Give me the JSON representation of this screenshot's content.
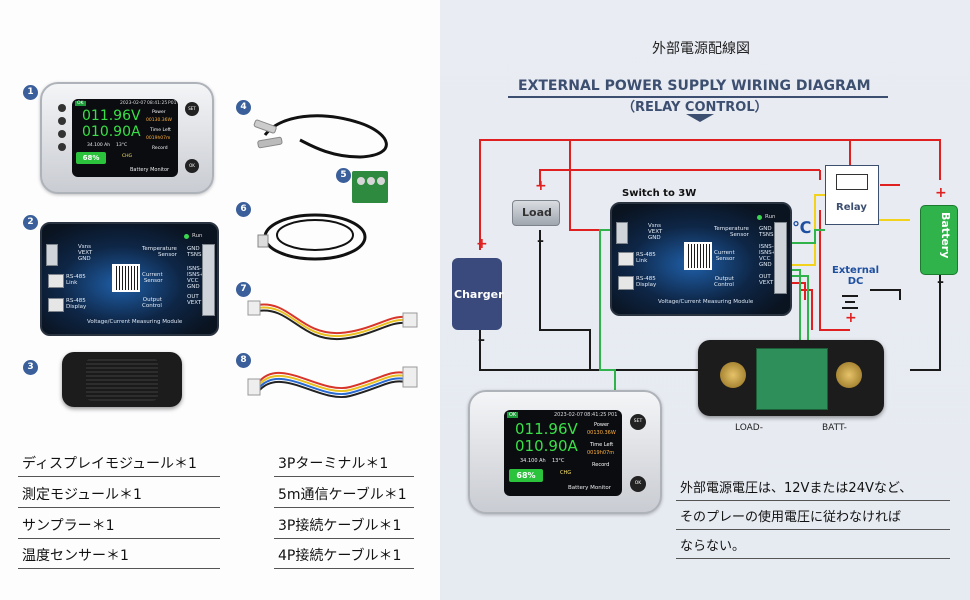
{
  "left_panel": {
    "item_numbers": [
      "1",
      "2",
      "3",
      "4",
      "5",
      "6",
      "7",
      "8"
    ],
    "display": {
      "date": "2023-02-07",
      "time": "08:41:25",
      "id": "P01",
      "voltage": "011.96V",
      "current": "010.90A",
      "power_label": "Power",
      "power_value": "00130.36W",
      "time_left_label": "Time Left",
      "time_left_value": "0019h07m",
      "capacity": "34.100 Ah",
      "temperature": "13°C",
      "record_label": "Record",
      "battery_percent": "68%",
      "chg_label": "CHG",
      "title": "Battery Monitor",
      "set_label": "SET",
      "ok_label": "OK"
    },
    "module": {
      "run_label": "Run",
      "vsns": "Vsns",
      "vext": "VEXT",
      "gnd": "GND",
      "rs485_link": "RS-485\nLink",
      "rs485_display": "RS-485\nDisplay",
      "temp_sensor": "Temperature\nSensor",
      "current_sensor": "Current\nSensor",
      "output_control": "Output\nControl",
      "pins_temp": [
        "GND",
        "TSNS"
      ],
      "pins_current": [
        "ISNS-",
        "ISNS+",
        "VCC",
        "GND"
      ],
      "pins_output": [
        "OUT",
        "VEXT"
      ],
      "title": "Voltage/Current Measuring Module"
    },
    "contents": [
      "ディスプレイモジュール＊1",
      "測定モジュール＊1",
      "サンプラー＊1",
      "温度センサー＊1",
      "3Pターミナル＊1",
      "5m通信ケーブル＊1",
      "3P接続ケーブル＊1",
      "4P接続ケーブル＊1"
    ]
  },
  "right_panel": {
    "heading_jp": "外部電源配線図",
    "heading_en": "EXTERNAL POWER SUPPLY WIRING DIAGRAM",
    "heading_sub": "（RELAY CONTROL）",
    "load": "Load",
    "charger": "Charger",
    "battery": "Battery",
    "relay": "Relay",
    "switch_note": "Switch to 3W",
    "celsius": "℃",
    "external_dc": "External\nDC",
    "load_minus": "LOAD-",
    "batt_minus": "BATT-",
    "plus": "+",
    "minus": "–",
    "note": [
      "外部電源電圧は、12Vまたは24Vなど、",
      "そのプレーの使用電圧に従わなければ",
      "ならない。"
    ]
  },
  "colors": {
    "red_wire": "#e02020",
    "black_wire": "#1a1a1a",
    "green_wire": "#2fb34a",
    "yellow_wire": "#f2d21a",
    "voltage_green": "#39e046",
    "accent_blue": "#3a5f9a"
  }
}
